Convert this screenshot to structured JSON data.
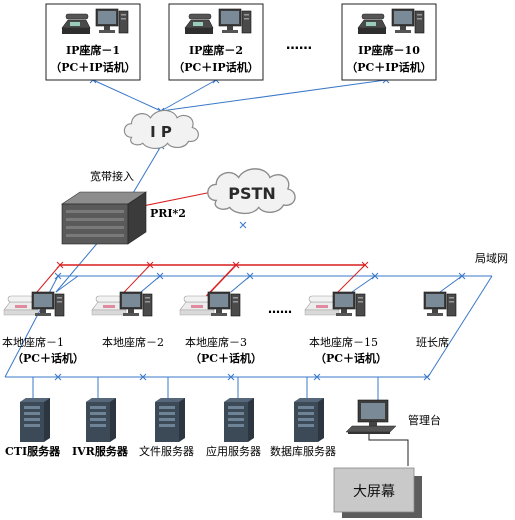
{
  "remote_seats": [
    {
      "name": "IP座席－1",
      "sub": "（PC＋IP话机）"
    },
    {
      "name": "IP座席－2",
      "sub": "（PC＋IP话机）"
    },
    {
      "name": "IP座席－10",
      "sub": "（PC＋IP话机）"
    }
  ],
  "ellipsis": "……",
  "ip_cloud": "I P",
  "pstn_cloud": "PSTN",
  "broadband_label": "宽带接入",
  "pri_label": "PRI*2",
  "lan_label": "局域网",
  "local_seats": [
    {
      "name": "本地座席－1",
      "sub": "（PC＋话机）"
    },
    {
      "name": "本地座席－2",
      "sub": ""
    },
    {
      "name": "本地座席－3",
      "sub": "（PC＋话机）"
    },
    {
      "name": "本地座席－15",
      "sub": "（PC＋话机）"
    }
  ],
  "supervisor": "班长席",
  "servers": [
    "CTI服务器",
    "IVR服务器",
    "文件服务器",
    "应用服务器",
    "数据库服务器"
  ],
  "console_label": "管理台",
  "big_screen": "大屏幕",
  "colors": {
    "network": "#3a78c8",
    "voice": "#d81e1e"
  }
}
